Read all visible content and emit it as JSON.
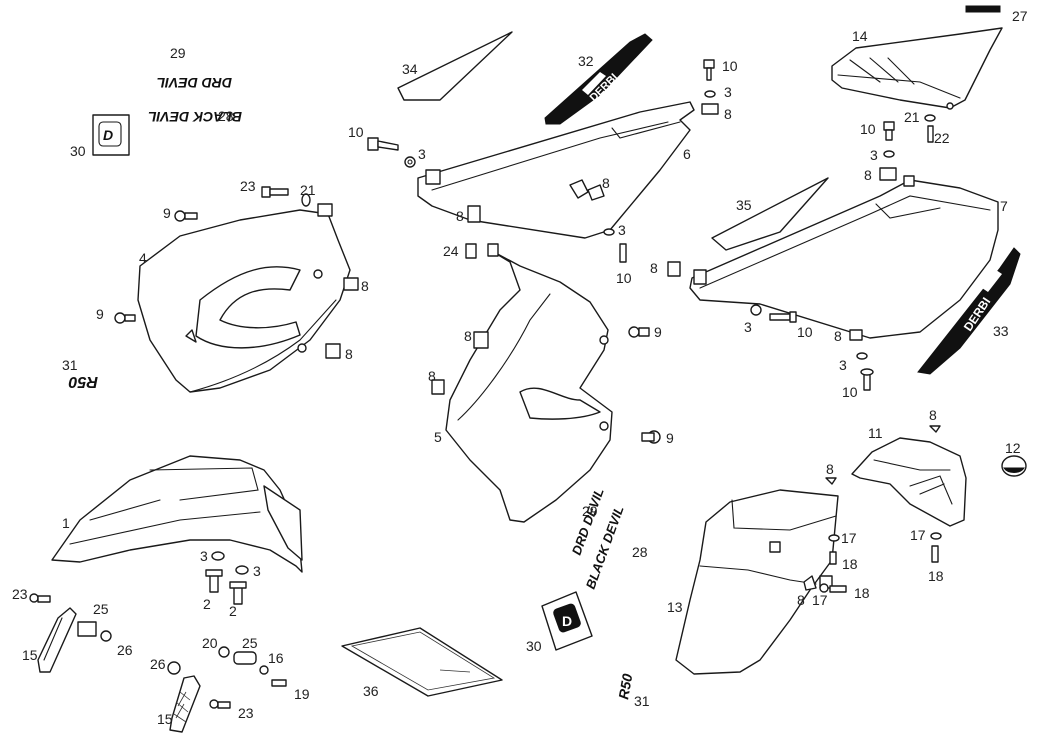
{
  "labels": {
    "l29a": "29",
    "l28a": "28",
    "l30a": "30",
    "l31a": "31",
    "l34": "34",
    "l32": "32",
    "l10a": "10",
    "l3a": "3",
    "l8a": "8",
    "l10b": "10",
    "l3b": "3",
    "l6": "6",
    "l8b": "8",
    "l8c": "8",
    "l14": "14",
    "l27": "27",
    "l10c": "10",
    "l21a": "21",
    "l22": "22",
    "l3c": "3",
    "l8d": "8",
    "l7": "7",
    "l35": "35",
    "l23a": "23",
    "l21b": "21",
    "l9a": "9",
    "l4": "4",
    "l8e": "8",
    "l9b": "9",
    "l8f": "8",
    "l24": "24",
    "l8g": "8",
    "l3d": "3",
    "l10d": "10",
    "l8h": "8",
    "l9c": "9",
    "l3e": "3",
    "l10e": "10",
    "l8i": "8",
    "l33": "33",
    "l3f": "3",
    "l10f": "10",
    "l8j": "8",
    "l5": "5",
    "l9d": "9",
    "l8k": "8",
    "l11": "11",
    "l12": "12",
    "l8l": "8",
    "l17a": "17",
    "l18a": "18",
    "l17b": "17",
    "l18b": "18",
    "l13": "13",
    "l8m": "8",
    "l17c": "17",
    "l18c": "18",
    "l1": "1",
    "l3g": "3",
    "l3h": "3",
    "l2a": "2",
    "l2b": "2",
    "l23b": "23",
    "l25a": "25",
    "l26a": "26",
    "l15a": "15",
    "l20": "20",
    "l25b": "25",
    "l16": "16",
    "l19": "19",
    "l26b": "26",
    "l15b": "15",
    "l23c": "23",
    "l36": "36",
    "l29b": "29",
    "l28b": "28",
    "l30b": "30",
    "l31b": "31"
  },
  "decals": {
    "drd_devil": "DRD DEVIL",
    "black_devil": "BLACK DEVIL",
    "r50": "R50",
    "d_logo": "D",
    "derbi": "DERBI"
  }
}
